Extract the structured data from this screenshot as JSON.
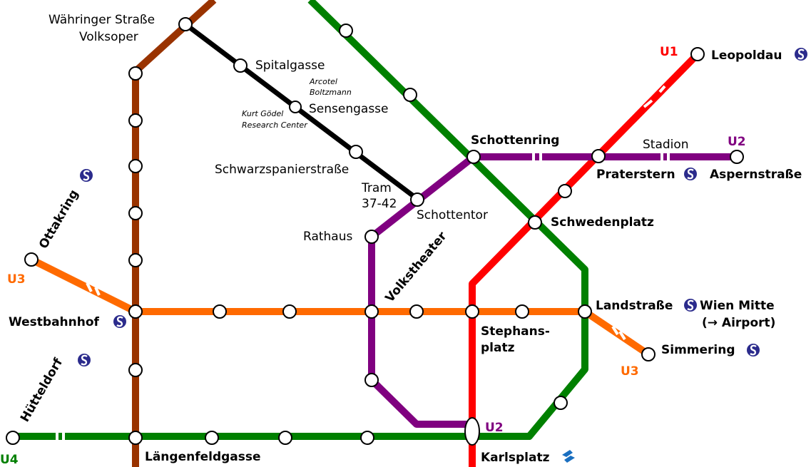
{
  "colors": {
    "u1": "#ff0000",
    "u2": "#800080",
    "u3": "#ff6a00",
    "u4": "#008000",
    "u6": "#993300",
    "tram": "#000000",
    "sbahn": "#2b2b8c",
    "cat": "#1a6fc0"
  },
  "line_labels": {
    "u1": "U1",
    "u2_east": "U2",
    "u2_karls": "U2",
    "u3_west": "U3",
    "u3_east": "U3",
    "u4": "U4"
  },
  "stations": {
    "waehringer_1": "Währinger Straße",
    "waehringer_2": "Volksoper",
    "spitalgasse": "Spitalgasse",
    "arcotel_1": "Arcotel",
    "arcotel_2": "Boltzmann",
    "sensengasse": "Sensengasse",
    "goedel_1": "Kurt Gödel",
    "goedel_2": "Research Center",
    "schwarzspanier": "Schwarzspanierstraße",
    "tram_1": "Tram",
    "tram_2": "37-42",
    "schottentor": "Schottentor",
    "schottenring": "Schottenring",
    "stadion": "Stadion",
    "praterstern": "Praterstern",
    "aspern": "Aspernstraße",
    "leopoldau": "Leopoldau",
    "schwedenplatz": "Schwedenplatz",
    "rathaus": "Rathaus",
    "volkstheater": "Volkstheater",
    "ottakring": "Ottakring",
    "westbahnhof": "Westbahnhof",
    "landstrasse": "Landstraße",
    "wien_mitte_1": "Wien Mitte",
    "wien_mitte_2": "(→ Airport)",
    "stephansplatz_1": "Stephans-",
    "stephansplatz_2": "platz",
    "simmering": "Simmering",
    "huetteldorf": "Hütteldorf",
    "laengenfeld": "Längenfeldgasse",
    "karlsplatz": "Karlsplatz"
  },
  "icons": {
    "sbahn": "s-bahn-icon",
    "cat": "cat-train-icon"
  }
}
